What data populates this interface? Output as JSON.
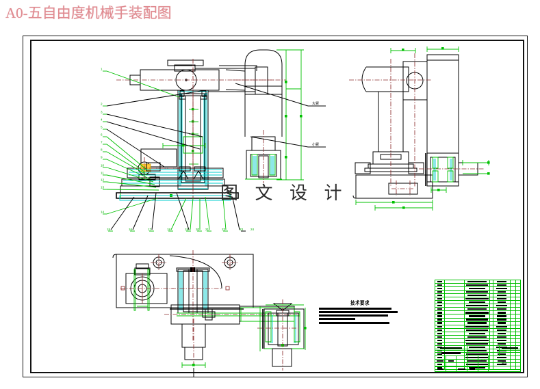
{
  "document": {
    "title": "A0-五自由度机械手装配图",
    "title_color": "#e08a90",
    "watermark": "图 文 设 计",
    "sheet_bg": "#ffffff"
  },
  "drawing": {
    "type": "mechanical-assembly-cad-drawing",
    "subject": "五自由度机械手 (5-DOF manipulator) assembly",
    "line_colors": {
      "outline": "#000000",
      "dimension": "#00c000",
      "hatch": "#00cccc",
      "centerline": "#8b2b2b",
      "highlight": "#ffc83c"
    },
    "views": [
      {
        "name": "front-section-view",
        "label": ""
      },
      {
        "name": "center-section-view",
        "label": ""
      },
      {
        "name": "right-side-view",
        "label": ""
      },
      {
        "name": "top-plan-view",
        "label": ""
      }
    ],
    "annotations": [
      {
        "name": "upper-arm-label",
        "text": "大臂"
      },
      {
        "name": "lower-arm-label",
        "text": "小臂"
      }
    ],
    "balloon_numbers_left": [
      "1",
      "2",
      "3",
      "4",
      "5",
      "6",
      "7",
      "8",
      "9",
      "10",
      "11",
      "12",
      "13",
      "14"
    ],
    "balloon_numbers_bottom": [
      "15",
      "16",
      "17",
      "18",
      "19",
      "20",
      "21",
      "22",
      "23",
      "24"
    ]
  },
  "tech_notes": {
    "heading": "技术要求",
    "lines": [
      {
        "num": "1",
        "width_pct": 88
      },
      {
        "num": "2",
        "width_pct": 96
      },
      {
        "num": "3",
        "width_pct": 84
      },
      {
        "num": "4",
        "width_pct": 44
      },
      {
        "num": "5",
        "width_pct": 86
      }
    ]
  },
  "bom": {
    "name": "parts-list-table",
    "border_color": "#00c000",
    "columns": 7,
    "rows": 26,
    "row_bars": [
      [
        1,
        0,
        4,
        0,
        2,
        0,
        0
      ],
      [
        1,
        0,
        5,
        0,
        2,
        0,
        0
      ],
      [
        1,
        0,
        3,
        0,
        3,
        0,
        0
      ],
      [
        1,
        0,
        5,
        0,
        1,
        0,
        0
      ],
      [
        1,
        0,
        4,
        0,
        2,
        0,
        0
      ],
      [
        1,
        0,
        6,
        0,
        2,
        0,
        0
      ],
      [
        1,
        0,
        3,
        0,
        1,
        0,
        0
      ],
      [
        1,
        0,
        5,
        0,
        3,
        0,
        0
      ],
      [
        1,
        0,
        4,
        0,
        2,
        0,
        0
      ],
      [
        1,
        0,
        6,
        0,
        1,
        0,
        0
      ],
      [
        1,
        0,
        3,
        0,
        2,
        0,
        0
      ],
      [
        1,
        0,
        5,
        0,
        2,
        0,
        0
      ],
      [
        1,
        0,
        4,
        0,
        1,
        0,
        0
      ],
      [
        1,
        0,
        6,
        0,
        3,
        0,
        0
      ],
      [
        1,
        0,
        5,
        0,
        2,
        0,
        0
      ],
      [
        1,
        0,
        3,
        0,
        1,
        0,
        0
      ],
      [
        1,
        0,
        4,
        0,
        2,
        0,
        0
      ],
      [
        1,
        0,
        6,
        0,
        2,
        0,
        0
      ],
      [
        1,
        0,
        5,
        0,
        1,
        0,
        0
      ],
      [
        1,
        0,
        3,
        0,
        3,
        0,
        0
      ],
      [
        1,
        0,
        4,
        0,
        2,
        0,
        0
      ],
      [
        1,
        0,
        5,
        0,
        1,
        0,
        0
      ],
      [
        1,
        0,
        6,
        0,
        2,
        0,
        0
      ],
      [
        1,
        0,
        4,
        0,
        1,
        0,
        0
      ],
      [
        1,
        0,
        5,
        0,
        2,
        0,
        0
      ],
      [
        1,
        0,
        3,
        0,
        0,
        0,
        0
      ]
    ]
  },
  "title_block": {
    "name": "drawing-title-block",
    "scale_cell": "1:1",
    "sheet_cell": "图号"
  }
}
